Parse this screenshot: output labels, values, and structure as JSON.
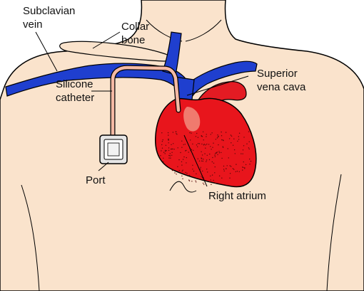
{
  "diagram": {
    "colors": {
      "skin": "#fae3cc",
      "outline": "#000000",
      "vein": "#1f3fcf",
      "heart": "#e8151c",
      "heart_highlight": "#f07a6e",
      "aorta": "#e31b23",
      "catheter": "#f4b9a4",
      "port": "#e6e6e6"
    },
    "labels": {
      "subclavian_vein": [
        "Subclavian",
        "vein"
      ],
      "collar_bone": [
        "Collar",
        "bone"
      ],
      "silicone_catheter": [
        "Silicone",
        "catheter"
      ],
      "superior_vena_cava": [
        "Superior",
        "vena cava"
      ],
      "port": "Port",
      "right_atrium": "Right atrium"
    }
  }
}
